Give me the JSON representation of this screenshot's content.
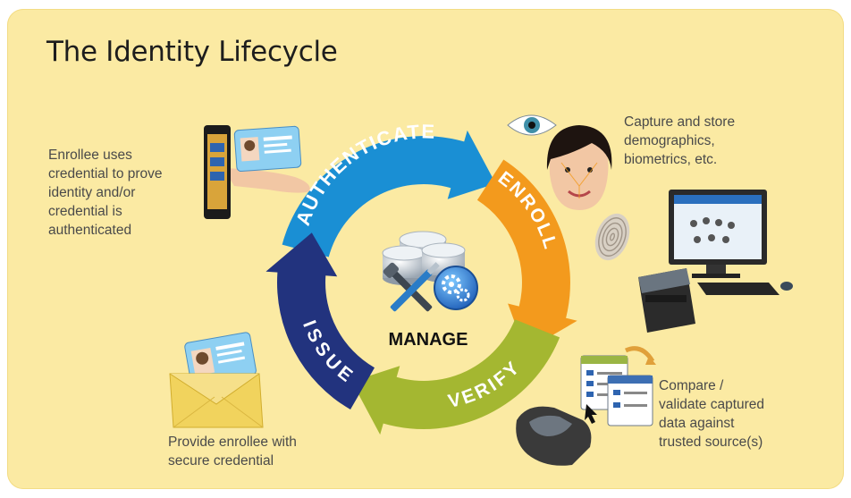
{
  "title": "The Identity Lifecycle",
  "center_label": "MANAGE",
  "stages": {
    "authenticate": {
      "label": "AUTHENTICATE",
      "color": "#1a8fd4",
      "description": [
        "Enrollee uses",
        "credential to prove",
        "identity and/or",
        "credential is",
        "authenticated"
      ]
    },
    "enroll": {
      "label": "ENROLL",
      "color": "#f39a1d",
      "description": [
        "Capture and store",
        "demographics,",
        "biometrics, etc."
      ]
    },
    "verify": {
      "label": "VERIFY",
      "color": "#a4b731",
      "description": [
        "Compare /",
        "validate captured",
        "data against",
        "trusted source(s)"
      ]
    },
    "issue": {
      "label": "ISSUE",
      "color": "#22337e",
      "description": [
        "Provide enrollee with",
        "secure credential"
      ]
    }
  },
  "colors": {
    "panel_bg": "#fbeaa3",
    "text": "#4a4a4a",
    "title": "#1d1d1d"
  },
  "icons": {
    "authenticate": "phone-and-id-card-icon",
    "enroll": [
      "eye-icon",
      "face-scan-icon",
      "fingerprint-icon",
      "computer-workstation-icon",
      "fingerprint-scanner-icon"
    ],
    "verify": [
      "data-form-icon",
      "fingerprint-reader-icon"
    ],
    "issue": "envelope-with-id-card-icon",
    "manage": "database-and-tools-icon"
  }
}
